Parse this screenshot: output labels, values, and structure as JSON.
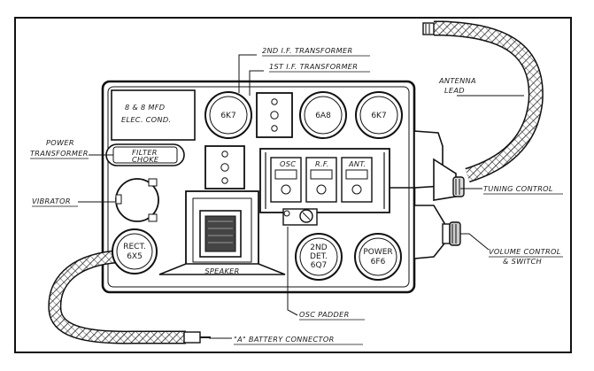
{
  "labels": {
    "if2": "2ND I.F. TRANSFORMER",
    "if1": "1ST I.F. TRANSFORMER",
    "antenna_lead_1": "ANTENNA",
    "antenna_lead_2": "LEAD",
    "capacitor_1": "8 & 8 MFD",
    "capacitor_2": "ELEC. COND.",
    "power_transformer_1": "POWER",
    "power_transformer_2": "TRANSFORMER",
    "filter_choke_1": "FILTER",
    "filter_choke_2": "CHOKE",
    "vibrator": "VIBRATOR",
    "tuning_control": "TUNING CONTROL",
    "volume_control_1": "VOLUME CONTROL",
    "volume_control_2": "& SWITCH",
    "osc_padder": "OSC PADDER",
    "battery_connector": "\"A\" BATTERY CONNECTOR",
    "speaker": "SPEAKER",
    "osc": "OSC",
    "rf": "R.F.",
    "ant": "ANT."
  },
  "tubes": {
    "t1": "6K7",
    "t2": "6A8",
    "t3": "6K7",
    "rect_1": "RECT.",
    "rect_2": "6X5",
    "det_1": "2ND",
    "det_2": "DET.",
    "det_3": "6Q7",
    "power_1": "POWER",
    "power_2": "6F6"
  }
}
